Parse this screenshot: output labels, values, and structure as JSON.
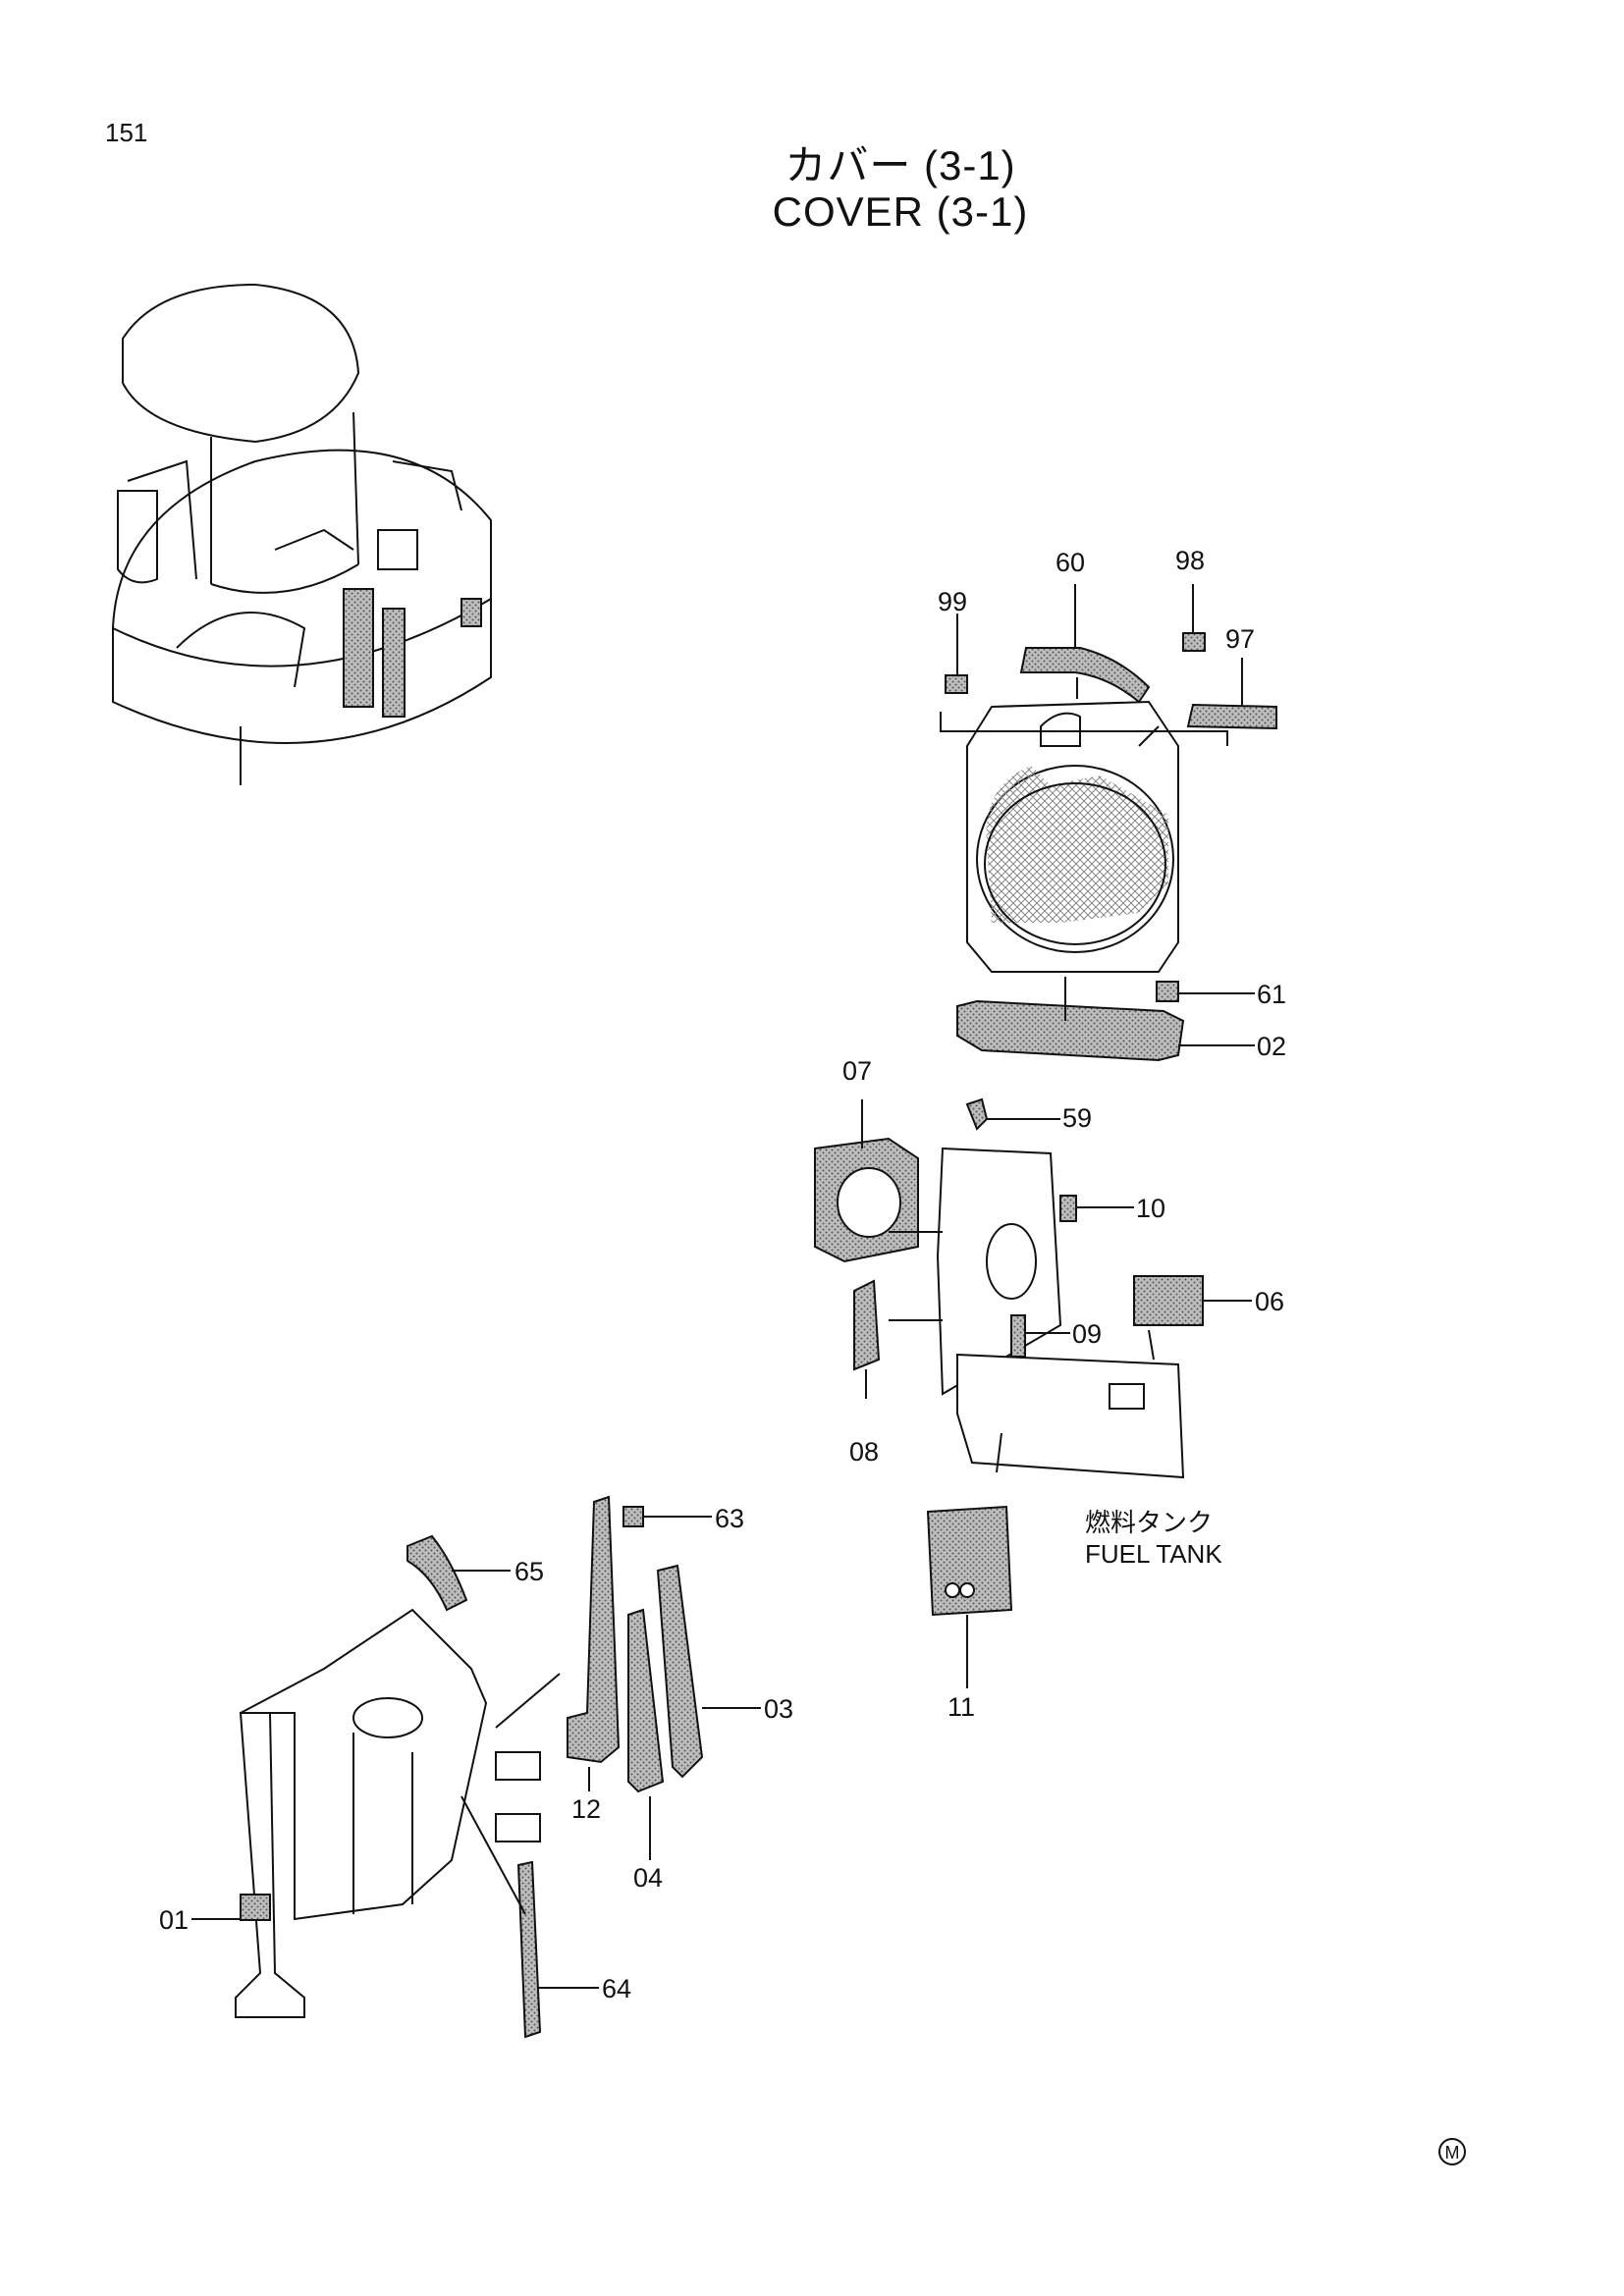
{
  "page_number": "151",
  "title_jp": "カバー (3-1)",
  "title_en": "COVER (3-1)",
  "parts": {
    "p99": "99",
    "p60": "60",
    "p98": "98",
    "p97": "97",
    "p61": "61",
    "p02": "02",
    "p07": "07",
    "p59": "59",
    "p10": "10",
    "p06": "06",
    "p09": "09",
    "p08": "08",
    "p11": "11",
    "p63": "63",
    "p65": "65",
    "p03": "03",
    "p12": "12",
    "p04": "04",
    "p01": "01",
    "p64": "64"
  },
  "fuel_tank_jp": "燃料タンク",
  "fuel_tank_en": "FUEL TANK",
  "mark": "M"
}
